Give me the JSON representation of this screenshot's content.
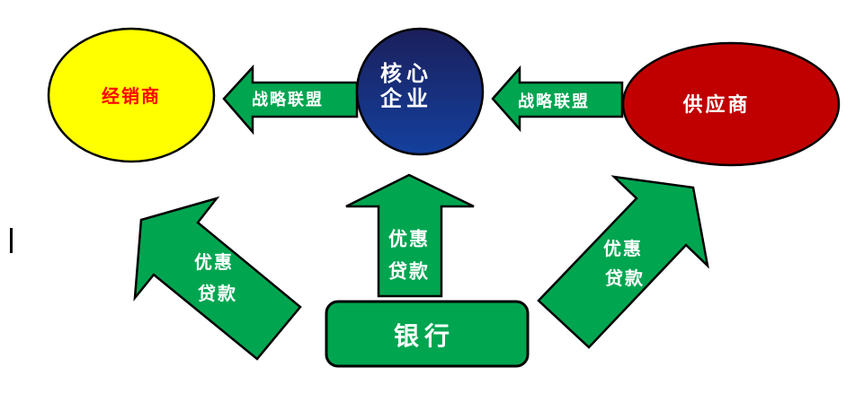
{
  "diagram": {
    "nodes": {
      "distributor": {
        "label": "经销商",
        "fill": "#FFFF00",
        "text_color": "#FF0000"
      },
      "core_enterprise": {
        "lines": [
          "核心",
          "企业"
        ],
        "fill_top": "#1B1F5B",
        "fill_bottom": "#14409E",
        "text_color": "#FFFFFF"
      },
      "supplier": {
        "label": "供应商",
        "fill": "#C00000",
        "text_color": "#FFFFFF"
      },
      "bank": {
        "label": "银行",
        "fill": "#00A550",
        "text_color": "#FFFFFF"
      }
    },
    "arrows": {
      "color": "#00A550",
      "outline_color": "#000000",
      "text_color": "#FFFFFF",
      "alliance_left": {
        "label": "战略联盟"
      },
      "alliance_right": {
        "label": "战略联盟"
      },
      "loan_left": {
        "lines": [
          "优惠",
          "贷款"
        ]
      },
      "loan_center": {
        "lines": [
          "优惠",
          "贷款"
        ]
      },
      "loan_right": {
        "lines": [
          "优惠",
          "贷款"
        ]
      }
    }
  }
}
